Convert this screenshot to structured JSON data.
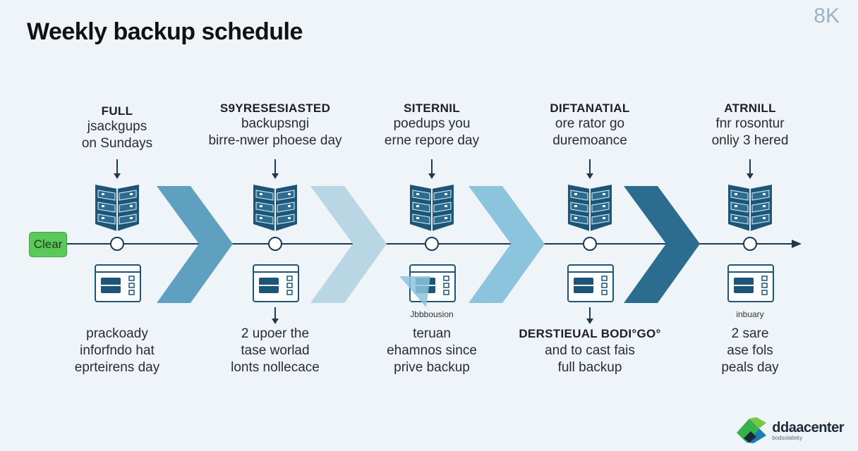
{
  "title": "Weekly backup schedule",
  "badge": "8K",
  "clear_button": "Clear",
  "stages": [
    {
      "head_title": "FULL",
      "head_lines": [
        "jsackgups",
        "on Sundays"
      ],
      "caption": "",
      "foot_title": "",
      "foot_lines": [
        "prackoady",
        "inforfndo hat",
        "eprteirens day"
      ]
    },
    {
      "head_title": "S9YRESESIASTED",
      "head_lines": [
        "backupsngi",
        "birre-nwer phoese day"
      ],
      "caption": "",
      "foot_title": "",
      "foot_lines": [
        "2 upoer the",
        "tase worlad",
        "lonts nollecace"
      ]
    },
    {
      "head_title": "SITERNIL",
      "head_lines": [
        "poedups you",
        "erne repore day"
      ],
      "caption": "Jbbbousion",
      "foot_title": "",
      "foot_lines": [
        "teruan",
        "ehamnos since",
        "prive backup"
      ]
    },
    {
      "head_title": "DIFTANATIAL",
      "head_lines": [
        "ore rator go",
        "duremoance"
      ],
      "caption": "",
      "foot_title": "DERSTIEUAL BODI°GO°",
      "foot_lines": [
        "and to cast fais",
        "full backup"
      ]
    },
    {
      "head_title": "ATRNILL",
      "head_lines": [
        "fnr rosontur",
        "onliy 3 hered"
      ],
      "caption": "inbuary",
      "foot_title": "",
      "foot_lines": [
        "2 sare",
        "ase fols",
        "peals day"
      ]
    }
  ],
  "logo": {
    "name": "ddaacenter",
    "tagline": "bodsolateky"
  },
  "colors": {
    "background": "#eef4f8",
    "server": "#1d5577",
    "chevrons": [
      "#5f9fc0",
      "#b9d6e4",
      "#8cc3dd",
      "#2c6c8e"
    ],
    "clear_button": "#5bc85a"
  }
}
